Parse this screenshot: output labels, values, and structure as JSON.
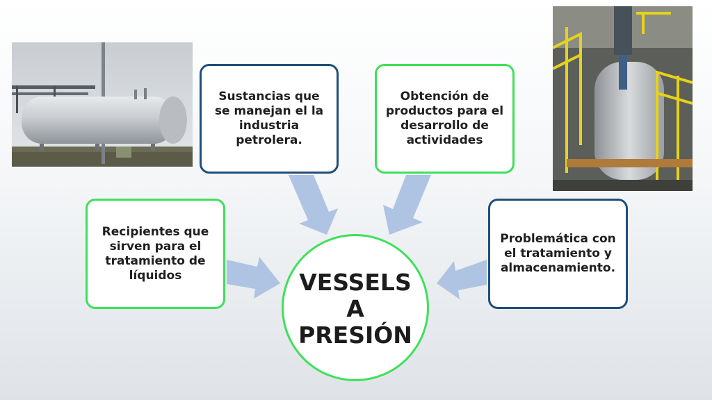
{
  "center": {
    "lines": [
      "VESSELS",
      "A",
      "PRESIÓN"
    ]
  },
  "boxes": {
    "sustancias": "Sustancias que se manejan el la industria petrolera.",
    "obtencion": "Obtención de productos para el desarrollo de actividades",
    "recipientes": "Recipientes que sirven para el tratamiento de líquidos",
    "problematica": "Problemática con el tratamiento y almacenamiento."
  },
  "colors": {
    "green_border": "#3ee05a",
    "blue_border": "#1f4e79",
    "arrow_fill": "#aec4e2"
  }
}
